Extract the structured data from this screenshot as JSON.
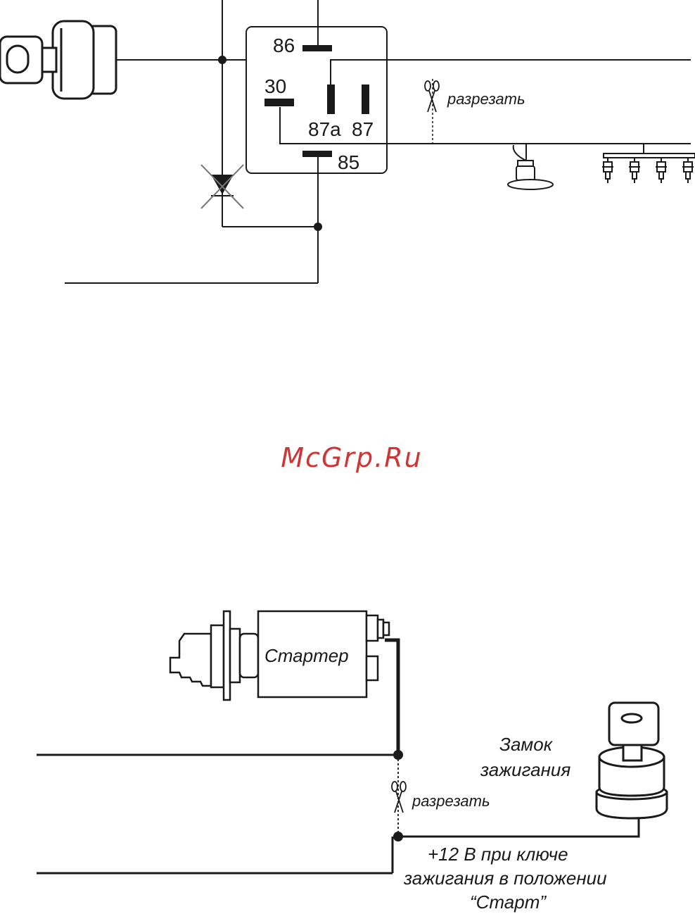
{
  "relay": {
    "pin_86": "86",
    "pin_30": "30",
    "pin_87a": "87a",
    "pin_87": "87",
    "pin_85": "85"
  },
  "top": {
    "cut_label": "разрезать"
  },
  "watermark": {
    "text": "McGrp.Ru",
    "color": "#d03535"
  },
  "bottom": {
    "starter_label": "Стартер",
    "lock_label_line1": "Замок",
    "lock_label_line2": "зажигания",
    "cut_label": "разрезать",
    "note_line1": "+12 В при ключе",
    "note_line2": "зажигания в положении",
    "note_line3": "“Старт”"
  },
  "icons": [
    "ignition-key-icon",
    "diode-icon",
    "scissors-icon",
    "fuel-pump-icon",
    "injector-rail-icon",
    "starter-motor-icon",
    "ignition-lock-icon"
  ]
}
